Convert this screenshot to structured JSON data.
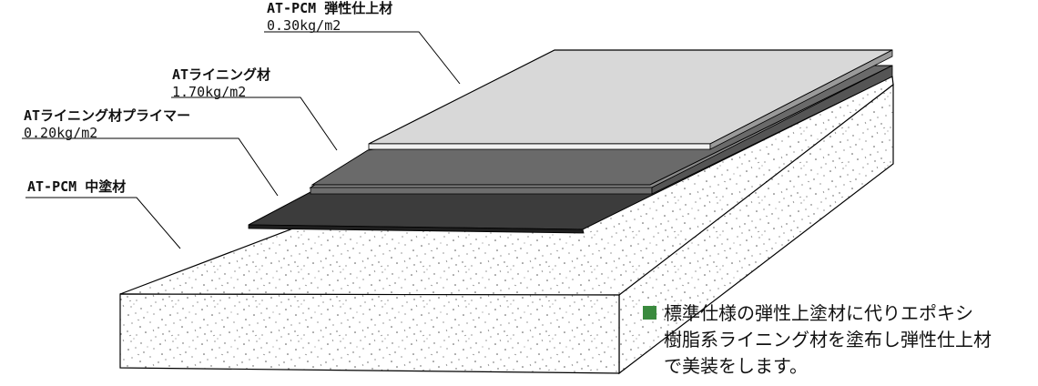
{
  "layers": [
    {
      "id": "topcoat",
      "name": "AT-PCM 弾性仕上材",
      "amount": "0.30kg/m2"
    },
    {
      "id": "lining",
      "name": "ATライニング材",
      "amount": "1.70kg/m2"
    },
    {
      "id": "primer",
      "name": "ATライニング材プライマー",
      "amount": "0.20kg/m2"
    },
    {
      "id": "midcoat",
      "name": "AT-PCM 中塗材",
      "amount": ""
    }
  ],
  "note": {
    "line1": "標準仕様の弾性上塗材に代りエポキシ",
    "line2": "樹脂系ライニング材を塗布し弾性仕上材",
    "line3": "で美装をします。",
    "bullet_color": "#3a8a3e"
  }
}
